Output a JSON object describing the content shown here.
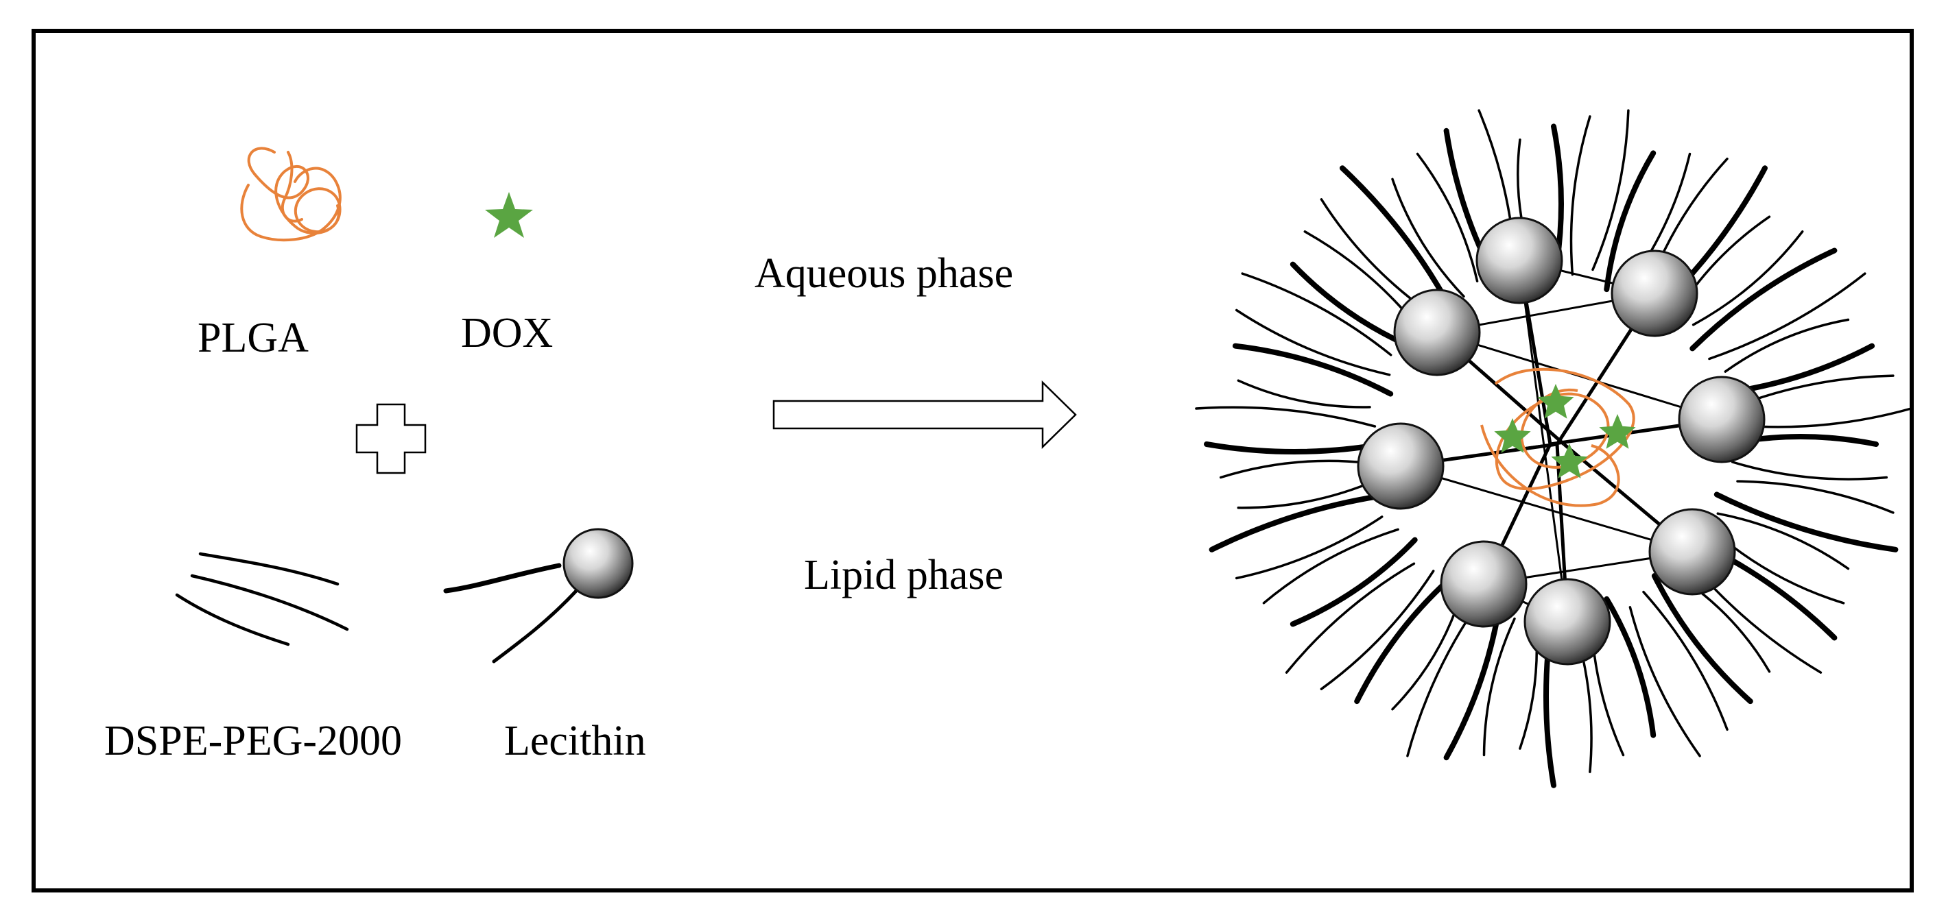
{
  "labels": {
    "plga": "PLGA",
    "dox": "DOX",
    "dspe_peg": "DSPE-PEG-2000",
    "lecithin": "Lecithin",
    "aqueous_phase": "Aqueous phase",
    "lipid_phase": "Lipid phase"
  },
  "icons": {
    "plga": "plga-polymer-coil-icon",
    "dox": "dox-star-icon",
    "plus": "plus-outline-icon",
    "dspe_peg": "peg-chains-icon",
    "lecithin": "lecithin-molecule-icon",
    "arrow": "right-arrow-icon",
    "nanoparticle": "lipid-polymer-nanoparticle-icon"
  },
  "colors": {
    "plga": "#e8823a",
    "dox": "#5aa542",
    "lipid": "#000000"
  }
}
